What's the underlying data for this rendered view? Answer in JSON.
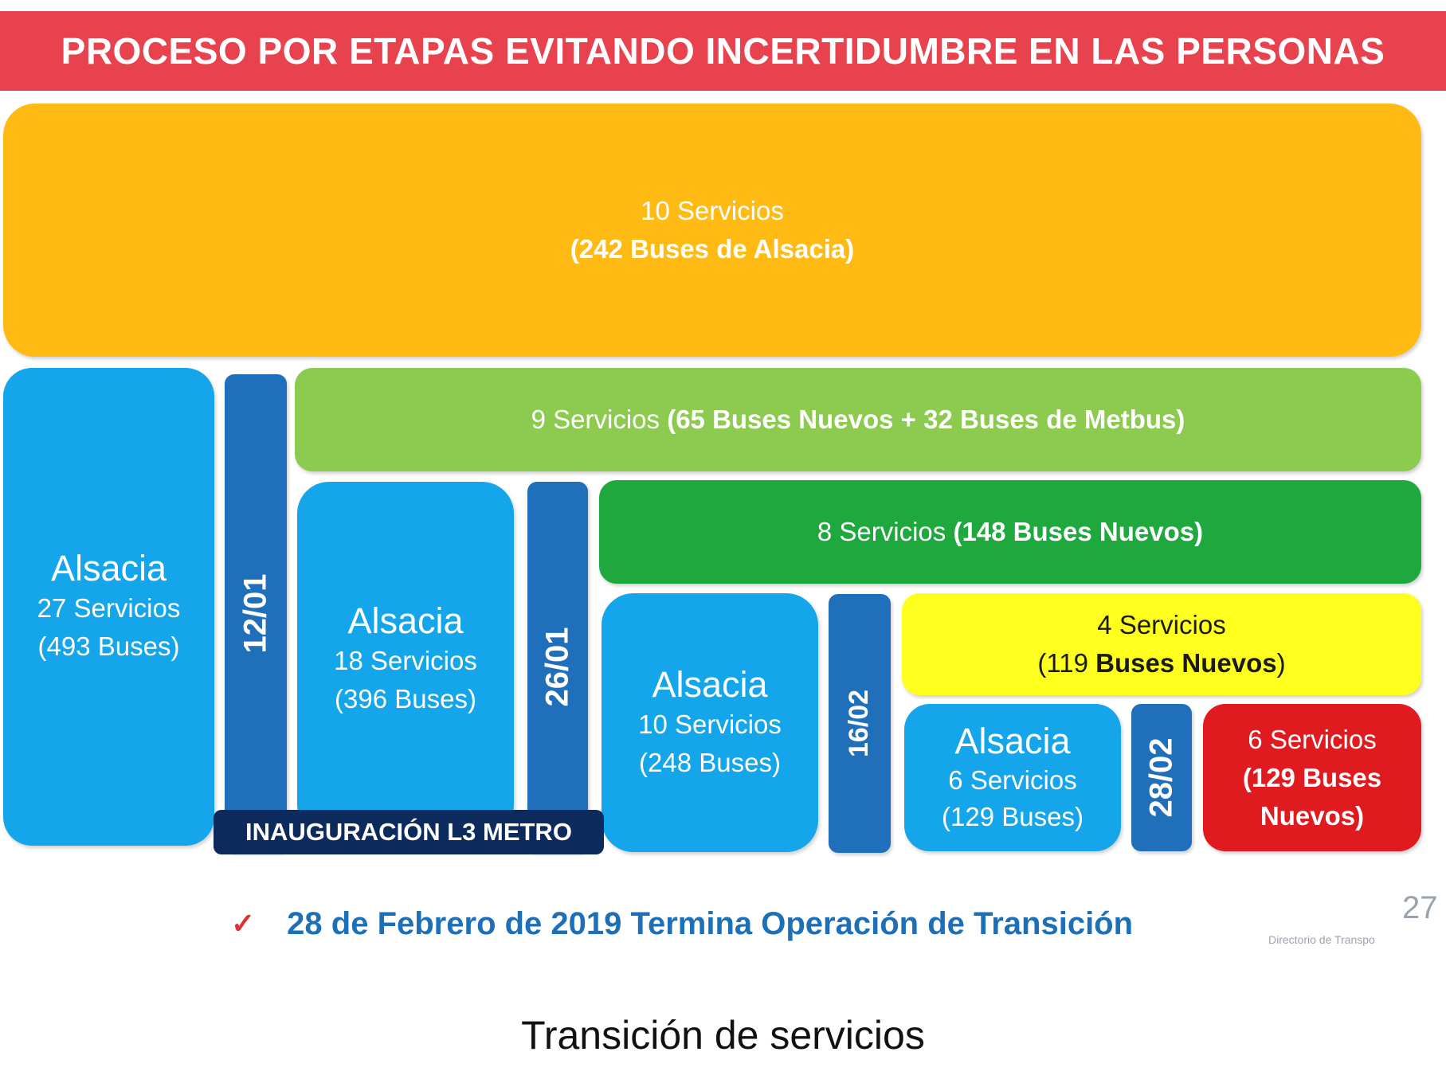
{
  "colors": {
    "header_red": "#e8424f",
    "orange": "#ffbb14",
    "light_green": "#8ccb4f",
    "green": "#1ea83e",
    "yellow": "#ffff1e",
    "light_blue": "#14a5ea",
    "dark_blue": "#1f6fba",
    "navy": "#0d2a5c",
    "red": "#e01b1f",
    "footer_blue": "#1d6fb8",
    "check_red": "#e03030"
  },
  "header": {
    "title": "PROCESO POR ETAPAS EVITANDO INCERTIDUMBRE EN LAS PERSONAS"
  },
  "top_block": {
    "line1": "10 Servicios",
    "line2": "(242 Buses de Alsacia)"
  },
  "row_green_light": {
    "normal": "9 Servicios ",
    "bold": "(65 Buses Nuevos + 32 Buses de Metbus)"
  },
  "row_green": {
    "normal": "8 Servicios ",
    "bold": "(148 Buses Nuevos)"
  },
  "row_yellow": {
    "line1": "4 Servicios",
    "line2_normal": "(119 ",
    "line2_bold": "Buses Nuevos",
    "line2_end": ")"
  },
  "alsacia": [
    {
      "title": "Alsacia",
      "services": "27 Servicios",
      "buses": "(493 Buses)"
    },
    {
      "title": "Alsacia",
      "services": "18 Servicios",
      "buses": "(396 Buses)"
    },
    {
      "title": "Alsacia",
      "services": "10 Servicios",
      "buses": "(248 Buses)"
    },
    {
      "title": "Alsacia",
      "services": "6 Servicios",
      "buses": "(129 Buses)"
    }
  ],
  "dates": [
    "12/01",
    "26/01",
    "16/02",
    "28/02"
  ],
  "red_block": {
    "line1": "6 Servicios",
    "line2": "(129 Buses",
    "line3": "Nuevos)"
  },
  "banner": {
    "label": "INAUGURACIÓN L3 METRO"
  },
  "footer": {
    "check": "✓",
    "text": "28 de Febrero de 2019 Termina Operación de Transición"
  },
  "page_number": "27",
  "directorio": "Directorio de Transpo",
  "caption": "Transición de servicios"
}
